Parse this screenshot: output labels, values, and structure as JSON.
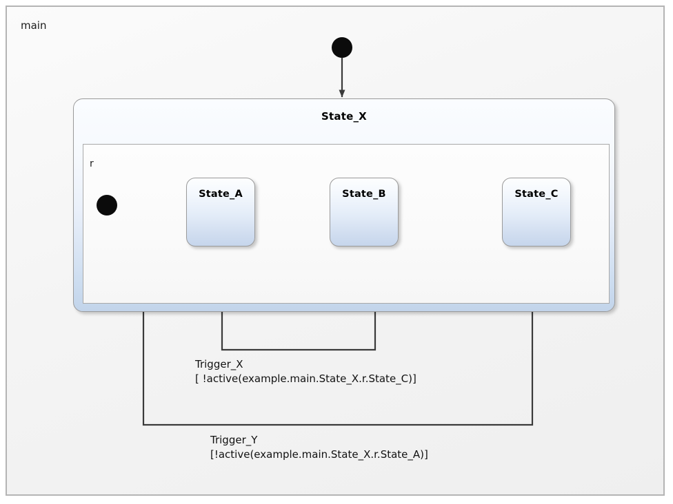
{
  "diagram": {
    "type": "statechart",
    "root_region_label": "main",
    "composite_state": {
      "name": "State_X",
      "region_label": "r",
      "substates": [
        {
          "id": "state-a",
          "name": "State_A"
        },
        {
          "id": "state-b",
          "name": "State_B"
        },
        {
          "id": "state-c",
          "name": "State_C"
        }
      ]
    },
    "initial_nodes": [
      {
        "id": "initial-top",
        "name": "initial-state-main",
        "target": "State_X"
      },
      {
        "id": "initial-region",
        "name": "initial-state-region-r",
        "target": "State_A"
      }
    ],
    "transitions": [
      {
        "from": "initial-state-main",
        "to": "State_X",
        "trigger": "",
        "guard": ""
      },
      {
        "from": "initial-state-region-r",
        "to": "State_A",
        "trigger": "",
        "guard": ""
      },
      {
        "from": "State_A",
        "to": "State_B",
        "trigger": "",
        "guard": ""
      },
      {
        "from": "State_B",
        "to": "State_C",
        "trigger": "",
        "guard": ""
      },
      {
        "from": "State_X",
        "to": "State_B",
        "trigger": "Trigger_X",
        "guard": "[ !active(example.main.State_X.r.State_C)]"
      },
      {
        "from": "State_X",
        "to": "State_C",
        "trigger": "Trigger_Y",
        "guard": "[!active(example.main.State_X.r.State_A)]"
      }
    ]
  },
  "colors": {
    "canvas_background": "#ffffff",
    "frame_background": "#f2f2f2",
    "frame_border": "#b4b4b4",
    "state_fill_top": "#fdfeff",
    "state_fill_bottom": "#c6d6ec",
    "state_border": "#9a9a9a",
    "edge_stroke": "#3a3a3a",
    "node_fill": "#0b0b0b",
    "text": "#111111"
  }
}
